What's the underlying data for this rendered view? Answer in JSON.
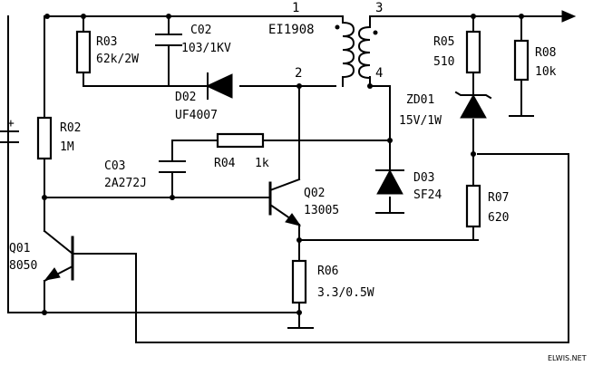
{
  "circuit": {
    "transformer": {
      "label": "EI1908",
      "pins": [
        "1",
        "2",
        "3",
        "4"
      ]
    },
    "components": {
      "R03": {
        "ref": "R03",
        "value": "62k/2W"
      },
      "C02": {
        "ref": "C02",
        "value": "103/1KV"
      },
      "D02": {
        "ref": "D02",
        "value": "UF4007"
      },
      "R02": {
        "ref": "R02",
        "value": "1M"
      },
      "C03": {
        "ref": "C03",
        "value": "2A272J"
      },
      "R04": {
        "ref": "R04",
        "value": "1k"
      },
      "Q02": {
        "ref": "Q02",
        "value": "13005"
      },
      "Q01": {
        "ref": "Q01",
        "value": "8050"
      },
      "R06": {
        "ref": "R06",
        "value": "3.3/0.5W"
      },
      "R05": {
        "ref": "R05",
        "value": "510"
      },
      "R08": {
        "ref": "R08",
        "value": "10k"
      },
      "ZD01": {
        "ref": "ZD01",
        "value": "15V/1W"
      },
      "D03": {
        "ref": "D03",
        "value": "SF24"
      },
      "R07": {
        "ref": "R07",
        "value": "620"
      }
    },
    "input_capacitor_polarity": "+",
    "watermark": "ELWIS.NET"
  }
}
